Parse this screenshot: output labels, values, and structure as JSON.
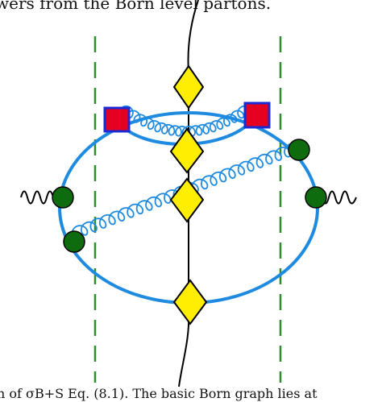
{
  "caption_top": "wers from the Born level partons.",
  "caption_bottom": "n of σB+S  Eq. (8.1).  The basic Born graph lies at",
  "diagram": {
    "colors": {
      "fermion_line": "#1f8be0",
      "gluon": "#1f8be0",
      "cut_line": "#2e8b2e",
      "vertex_diamond": "#ffee00",
      "vertex_square": "#e5001f",
      "square_border": "#1a2bd6",
      "external_vertex": "#0e6b0e"
    },
    "elements": [
      "diamond-vertex",
      "square-vertex",
      "external-vertex",
      "gluon",
      "cut-line",
      "external-photon"
    ]
  }
}
